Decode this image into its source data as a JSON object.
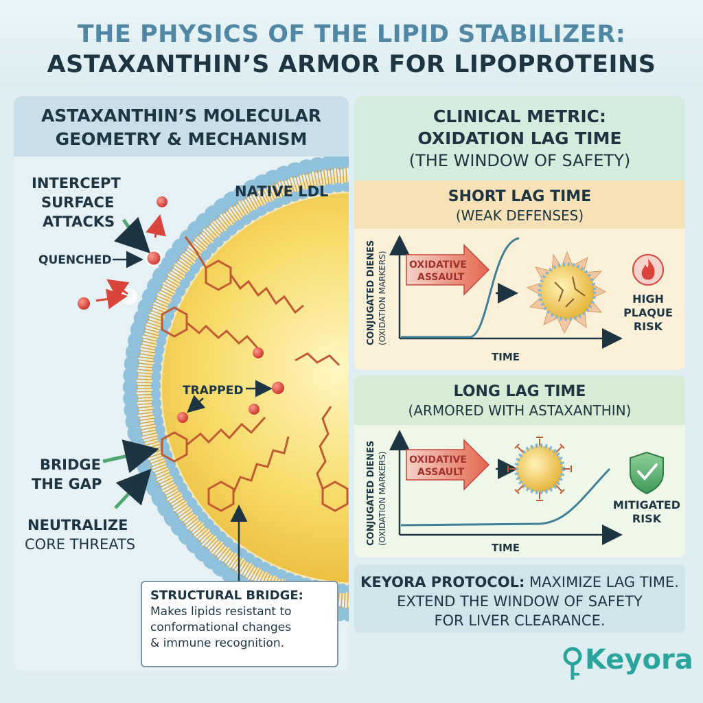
{
  "title": {
    "line1": "THE PHYSICS OF THE LIPID STABILIZER:",
    "line2": "ASTAXANTHIN’S ARMOR FOR LIPOPROTEINS"
  },
  "left": {
    "heading_line1": "ASTAXANTHIN’S MOLECULAR",
    "heading_line2": "GEOMETRY & MECHANISM",
    "labels": {
      "intercept_1": "INTERCEPT",
      "intercept_2": "SURFACE",
      "intercept_3": "ATTACKS",
      "quenched": "QUENCHED",
      "native_ldl": "NATIVE LDL",
      "trapped": "TRAPPED",
      "bridge_1": "BRIDGE",
      "bridge_2": "THE GAP",
      "neutralize_1": "NEUTRALIZE",
      "neutralize_2": "CORE THREATS"
    },
    "callout": {
      "title": "STRUCTURAL BRIDGE:",
      "body_1": "Makes lipids resistant to",
      "body_2": "conformational changes",
      "body_3": "& immune recognition."
    }
  },
  "right": {
    "heading_line1": "CLINICAL METRIC:",
    "heading_line2": "OXIDATION LAG TIME",
    "heading_line3": "(THE WINDOW OF SAFETY)",
    "short": {
      "title": "SHORT LAG TIME",
      "subtitle": "(WEAK DEFENSES)",
      "y_label_1": "CONJUGATED DIENES",
      "y_label_2": "(OXIDATION MARKERS)",
      "x_label": "TIME",
      "arrow_1": "OXIDATIVE",
      "arrow_2": "ASSAULT",
      "risk_1": "HIGH",
      "risk_2": "PLAQUE",
      "risk_3": "RISK"
    },
    "long": {
      "title": "LONG LAG TIME",
      "subtitle": "(ARMORED WITH ASTAXANTHIN)",
      "y_label_1": "CONJUGATED DIENES",
      "y_label_2": "(OXIDATION MARKERS)",
      "x_label": "TIME",
      "arrow_1": "OXIDATIVE",
      "arrow_2": "ASSAULT",
      "risk_1": "MITIGATED",
      "risk_2": "RISK"
    },
    "protocol": {
      "bold": "KEYORA PROTOCOL:",
      "line1_rest": " MAXIMIZE LAG TIME.",
      "line2": "EXTEND THE WINDOW OF SAFETY",
      "line3": "FOR LIVER CLEARANCE."
    }
  },
  "logo": {
    "text": "Keyora"
  },
  "colors": {
    "title_blue": "#4f87a5",
    "dark_navy": "#1d3442",
    "ldl_core": "#f5d34f",
    "membrane_blue": "#7fb6d6",
    "radical_red": "#d9443b",
    "green_arrow": "#4fa874",
    "curve_teal": "#3f8098",
    "logo_teal": "#2aa59e"
  }
}
